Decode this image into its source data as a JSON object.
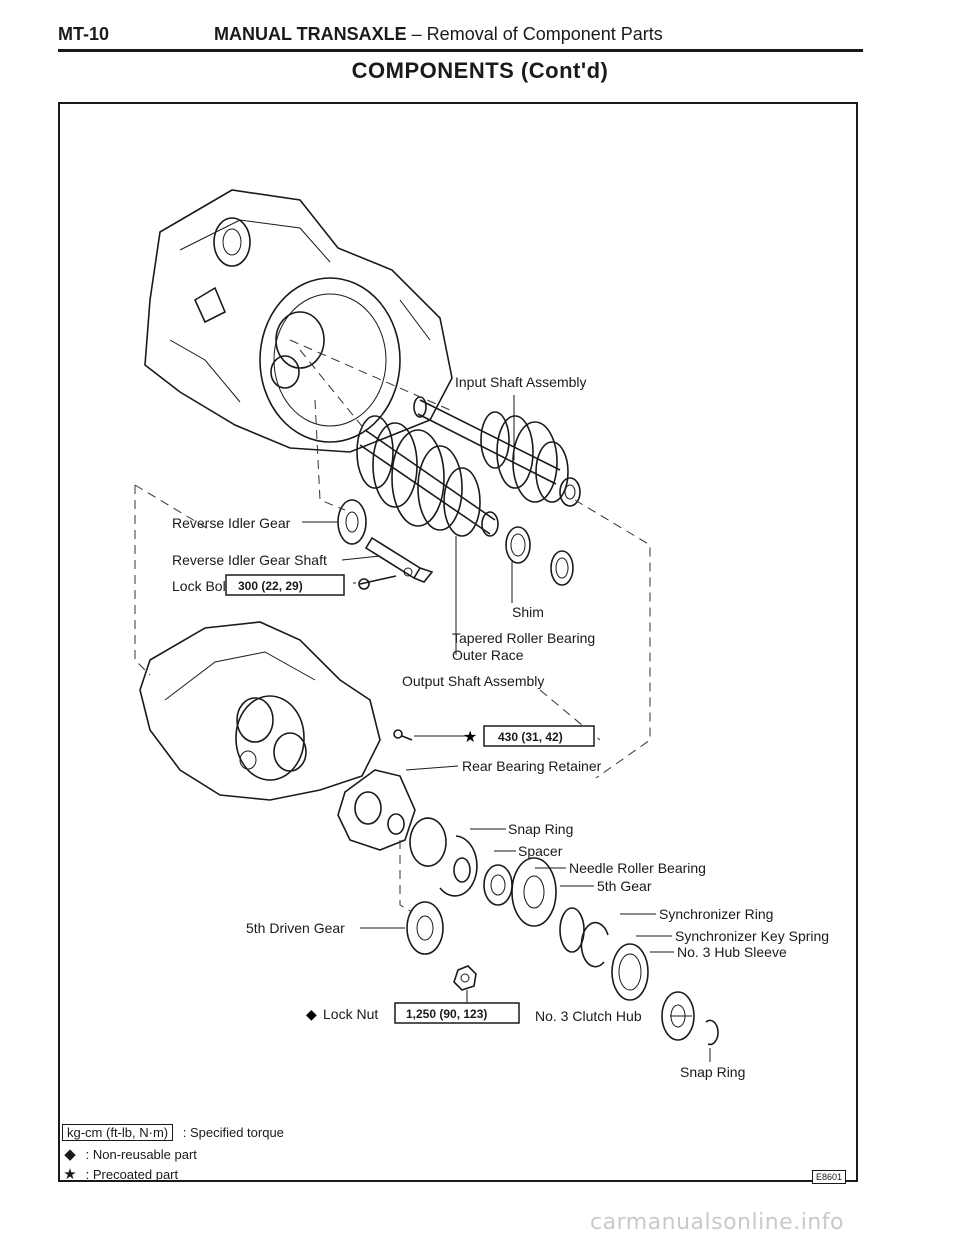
{
  "header": {
    "page_number": "MT-10",
    "section_title": "MANUAL TRANSAXLE",
    "section_subtitle": " – Removal of Component Parts"
  },
  "page_title": "COMPONENTS (Cont'd)",
  "labels": {
    "input_shaft_assembly": "Input Shaft Assembly",
    "reverse_idler_gear": "Reverse Idler Gear",
    "reverse_idler_gear_shaft": "Reverse Idler Gear Shaft",
    "lock_bolt": "Lock Bolt",
    "shim": "Shim",
    "tapered_roller_bearing_1": "Tapered Roller Bearing",
    "tapered_roller_bearing_2": "Outer Race",
    "output_shaft_assembly": "Output Shaft Assembly",
    "rear_bearing_retainer": "Rear Bearing Retainer",
    "snap_ring_1": "Snap Ring",
    "spacer": "Spacer",
    "needle_roller_bearing": "Needle Roller Bearing",
    "fifth_gear": "5th Gear",
    "synchronizer_ring": "Synchronizer Ring",
    "fifth_driven_gear": "5th Driven Gear",
    "synchronizer_key_spring": "Synchronizer Key Spring",
    "no3_hub_sleeve": "No. 3 Hub Sleeve",
    "lock_nut": "Lock Nut",
    "no3_clutch_hub": "No. 3 Clutch Hub",
    "snap_ring_2": "Snap Ring"
  },
  "torques": {
    "lock_bolt": "300 (22, 29)",
    "retainer_bolt": "430 (31, 42)",
    "lock_nut": "1,250 (90, 123)"
  },
  "symbols": {
    "precoated": "★",
    "non_reusable": "◆"
  },
  "legend": {
    "torque_unit": "kg-cm (ft-lb, N·m)",
    "torque_desc": ": Specified torque",
    "non_reusable_desc": ": Non-reusable part",
    "precoated_desc": ": Precoated part"
  },
  "figure_code": "E8601",
  "watermark": "carmanualsonline.info"
}
